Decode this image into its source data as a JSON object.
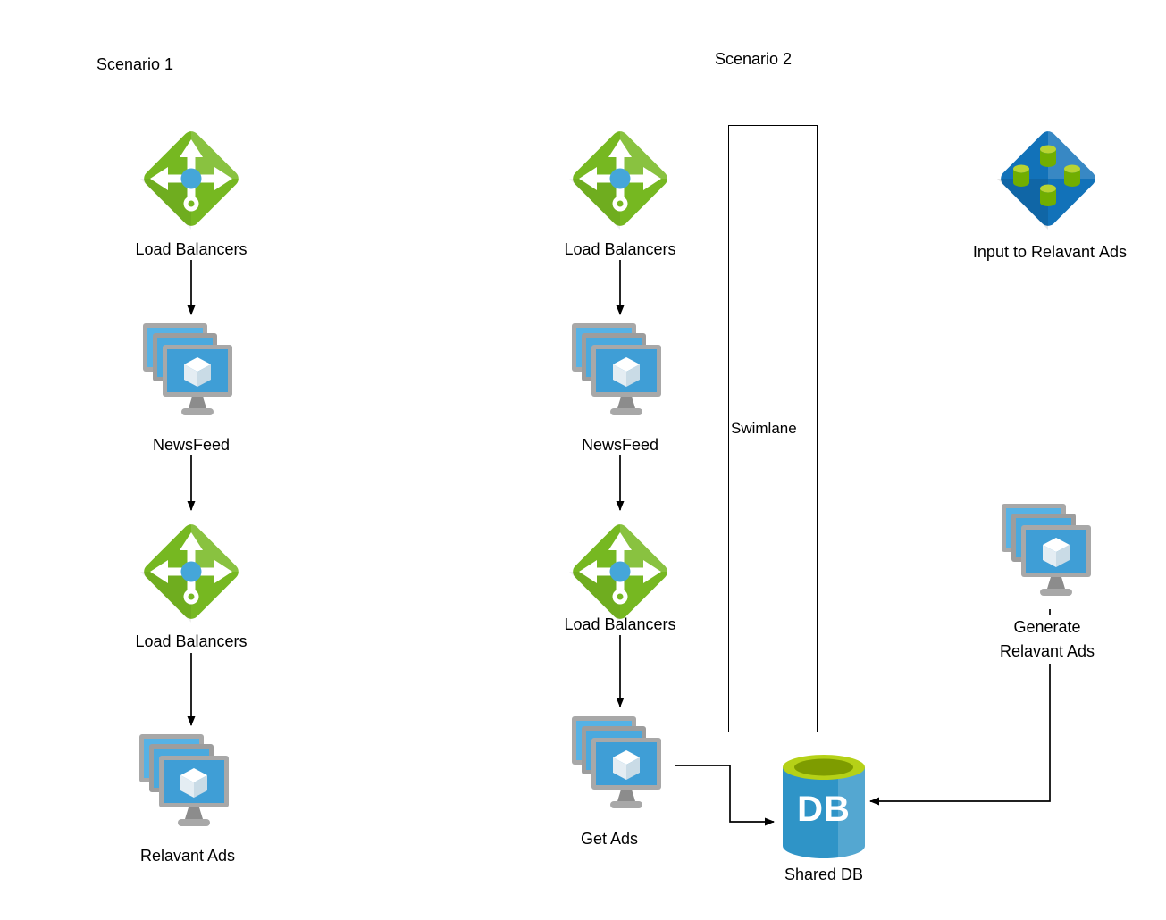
{
  "titles": {
    "scenario1": "Scenario 1",
    "scenario2": "Scenario 2"
  },
  "scenario1": {
    "load_balancers_top": "Load Balancers",
    "newsfeed": "NewsFeed",
    "load_balancers_bottom": "Load Balancers",
    "relavant_ads": "Relavant Ads"
  },
  "scenario2": {
    "load_balancers_top": "Load Balancers",
    "newsfeed": "NewsFeed",
    "load_balancers_bottom": "Load Balancers",
    "get_ads": "Get Ads"
  },
  "swimlane": {
    "label": "Swimlane"
  },
  "shared_db": {
    "icon_text": "DB",
    "label": "Shared DB"
  },
  "input_ads": {
    "label_line1": "Input to Relavant",
    "label_line2": "Ads"
  },
  "generate_ads": {
    "label_line1": "Generate",
    "label_line2": "Relavant Ads"
  },
  "icons": {
    "load_balancer": "load-balancer-diamond-icon",
    "cloud_service": "stacked-monitors-icon",
    "data_input": "blue-diamond-databases-icon",
    "database": "database-cylinder-icon"
  },
  "colors": {
    "lb_green": "#76b821",
    "lb_ball_blue": "#45a6d9",
    "monitor_gray": "#a8a8a8",
    "screen_blue": "#3f9ed6",
    "diamond_blue": "#1272b9",
    "cylinder_green_top": "#b5d117",
    "db_body_blue": "#2f94c7",
    "edge_color": "#000000",
    "text_color": "#000000"
  },
  "edges": [
    {
      "from": "scenario1-load-balancers-top",
      "to": "scenario1-newsfeed"
    },
    {
      "from": "scenario1-newsfeed",
      "to": "scenario1-load-balancers-bottom"
    },
    {
      "from": "scenario1-load-balancers-bottom",
      "to": "scenario1-relavant-ads"
    },
    {
      "from": "scenario2-load-balancers-top",
      "to": "scenario2-newsfeed"
    },
    {
      "from": "scenario2-newsfeed",
      "to": "scenario2-load-balancers-bottom"
    },
    {
      "from": "scenario2-load-balancers-bottom",
      "to": "scenario2-get-ads"
    },
    {
      "from": "scenario2-get-ads",
      "to": "shared-db"
    },
    {
      "from": "generate-relavant-ads",
      "to": "shared-db"
    }
  ]
}
